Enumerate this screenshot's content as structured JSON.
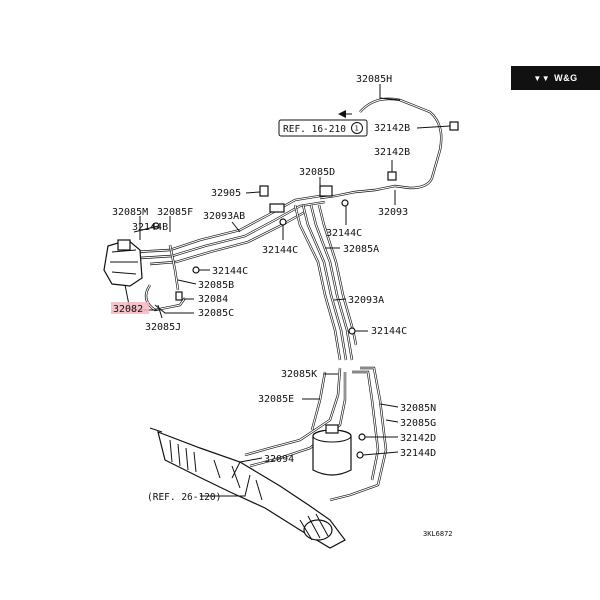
{
  "badge": {
    "text": "W&G",
    "logo_icon": "wg-logo-icon"
  },
  "refs": {
    "upper": "REF. 16-210",
    "upper_circle": "1",
    "lower": "(REF. 26-120)"
  },
  "labels": {
    "p32085H": "32085H",
    "p32142B_a": "32142B",
    "p32142B_b": "32142B",
    "p32093": "32093",
    "p32085D": "32085D",
    "p32905": "32905",
    "p32085M": "32085M",
    "p32085F": "32085F",
    "p32144B": "32144B",
    "p32093AB": "32093AB",
    "p32144C_a": "32144C",
    "p32144C_b": "32144C",
    "p32085A": "32085A",
    "p32144C_c": "32144C",
    "p32085B": "32085B",
    "p32084": "32084",
    "p32082": "32082",
    "p32085C": "32085C",
    "p32085J": "32085J",
    "p32093A": "32093A",
    "p32144C_d": "32144C",
    "p32085K": "32085K",
    "p32085E": "32085E",
    "p32085N": "32085N",
    "p32085G": "32085G",
    "p32142D": "32142D",
    "p32144D": "32144D",
    "p32094": "32094"
  },
  "footer_code": "3KL6872",
  "highlight": {
    "label": "32082",
    "color": "#f6b8bf"
  }
}
